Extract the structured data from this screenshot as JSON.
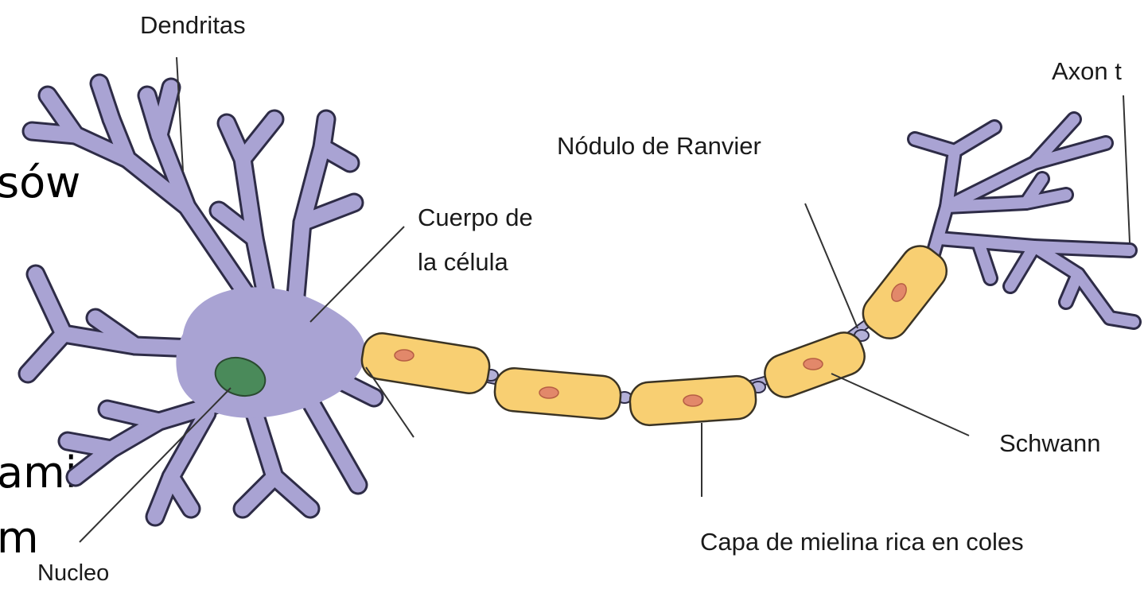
{
  "labels": {
    "dendritas": "Dendritas",
    "axon": "Axon t",
    "nodulo": "Nódulo de Ranvier",
    "cuerpo_line1": "Cuerpo de",
    "cuerpo_line2": "la célula",
    "schwann": "Schwann",
    "capa": "Capa de mielina rica en coles",
    "nucleo": "Nucleo"
  },
  "background_fragments": {
    "frag1": "sów",
    "frag2": "ami",
    "frag3": "m"
  },
  "colors": {
    "neuron": "#a9a3d3",
    "neuron_stroke": "#2e2c47",
    "myelin": "#f8cf72",
    "myelin_stroke": "#3a3324",
    "nucleus_dot": "#e2886a",
    "nucleus": "#4a8a5a",
    "node": "#b3b0d8",
    "leader": "#333333"
  }
}
